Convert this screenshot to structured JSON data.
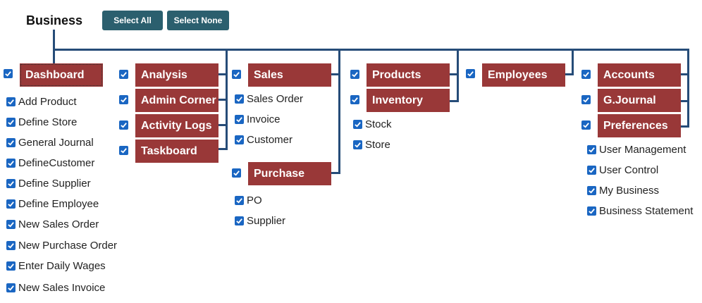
{
  "title": "Business",
  "buttons": {
    "select_all": "Select All",
    "select_none": "Select None"
  },
  "colors": {
    "module": "#993838",
    "connector": "#264c78",
    "button": "#2b5f6e",
    "checkbox": "#1a66c2"
  },
  "modules": {
    "dashboard": "Dashboard",
    "analysis": "Analysis",
    "admin_corner": "Admin Corner",
    "activity_logs": "Activity Logs",
    "taskboard": "Taskboard",
    "sales": "Sales",
    "purchase": "Purchase",
    "products": "Products",
    "inventory": "Inventory",
    "employees": "Employees",
    "accounts": "Accounts",
    "gjournal": "G.Journal",
    "preferences": "Preferences"
  },
  "dashboard_items": [
    "Add Product",
    "Define Store",
    "General Journal",
    "DefineCustomer",
    "Define Supplier",
    "Define Employee",
    "New Sales Order",
    "New Purchase Order",
    "Enter Daily Wages",
    "New Sales Invoice"
  ],
  "sales_items": [
    "Sales Order",
    "Invoice",
    "Customer"
  ],
  "purchase_items": [
    "PO",
    "Supplier"
  ],
  "inventory_items": [
    "Stock",
    "Store"
  ],
  "preferences_items": [
    "User Management",
    "User Control",
    "My Business",
    "Business Statement"
  ]
}
